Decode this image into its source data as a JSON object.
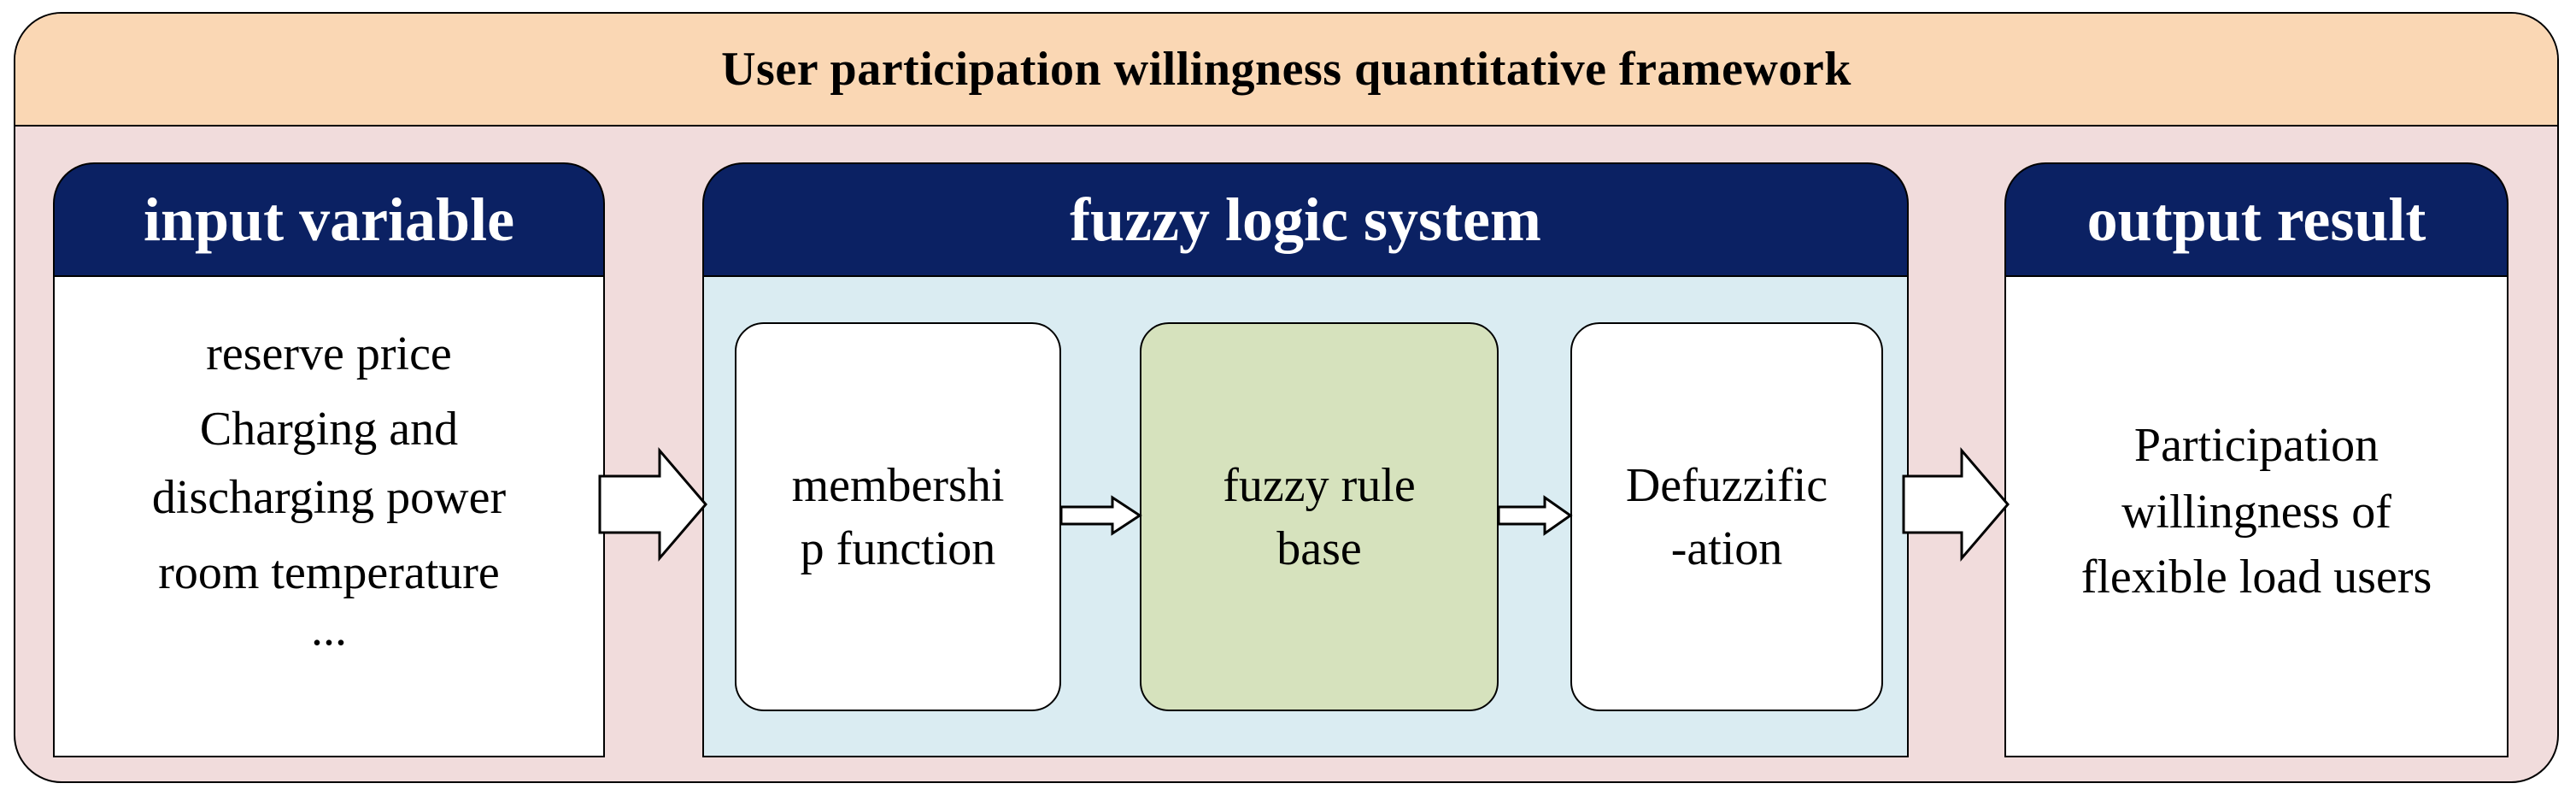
{
  "title": "User participation willingness quantitative framework",
  "input_panel": {
    "header": "input variable",
    "items": [
      "reserve price",
      "Charging and",
      "discharging power",
      "room temperature",
      "..."
    ]
  },
  "fuzzy_panel": {
    "header": "fuzzy logic system",
    "membership": [
      "membershi",
      "p function"
    ],
    "rule_base": [
      "fuzzy rule",
      "base"
    ],
    "defuzz": [
      "Defuzzific",
      "-ation"
    ]
  },
  "output_panel": {
    "header": "output result",
    "lines": [
      "Participation",
      "willingness of",
      "flexible load users"
    ]
  },
  "colors": {
    "title_band": "#fad7b4",
    "frame_background": "#f1dcdc",
    "header_navy": "#0b2163",
    "fuzzy_body": "#daecf2",
    "rule_base_fill": "#d6e2bd"
  }
}
